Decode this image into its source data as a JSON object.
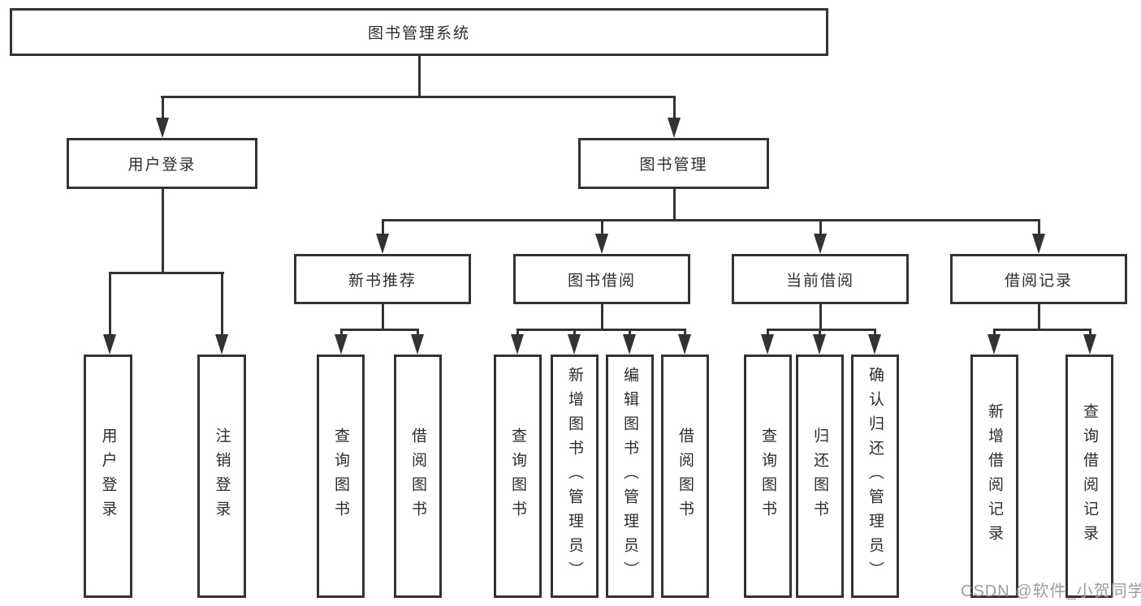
{
  "nodes": {
    "root": "图书管理系统",
    "user_login": "用户登录",
    "book_management": "图书管理",
    "new_book_recommend": "新书推荐",
    "book_borrow": "图书借阅",
    "current_borrow": "当前借阅",
    "borrow_record": "借阅记录",
    "leaves": {
      "user_login": "用户登录",
      "logout": "注销登录",
      "query_book_recommend": "查询图书",
      "borrow_book_recommend": "借阅图书",
      "query_book_borrow": "查询图书",
      "add_book_admin": "新增图书（管理员）",
      "edit_book_admin": "编辑图书（管理员）",
      "borrow_book_borrow": "借阅图书",
      "query_book_current": "查询图书",
      "return_book": "归还图书",
      "confirm_return_admin": "确认归还（管理员）",
      "add_borrow_record": "新增借阅记录",
      "query_borrow_record": "查询借阅记录"
    }
  },
  "watermark": "CSDN @软件_小贺同学",
  "colors": {
    "line": "#333333",
    "text": "#2d2d2d",
    "background": "#ffffff",
    "watermark": "#9d9d9d"
  }
}
